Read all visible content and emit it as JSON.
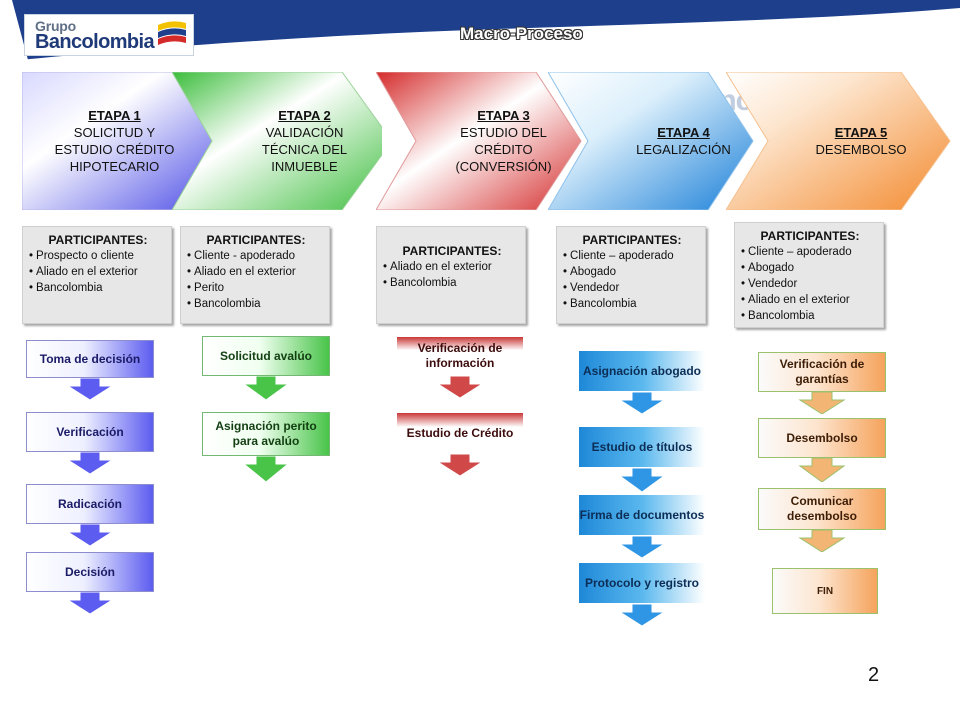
{
  "header": {
    "logo_line1": "Grupo",
    "logo_line2": "Bancolombia",
    "title": "Macro-Proceso",
    "watermark": "Bancolo"
  },
  "stages": [
    {
      "num": "ETAPA 1",
      "lines": [
        "SOLICITUD Y",
        "ESTUDIO CRÉDITO",
        "HIPOTECARIO"
      ],
      "color": "#4a4ae6"
    },
    {
      "num": "ETAPA 2",
      "lines": [
        "VALIDACIÓN",
        "TÉCNICA DEL",
        "INMUEBLE"
      ],
      "color": "#3bbd3b"
    },
    {
      "num": "ETAPA 3",
      "lines": [
        "ESTUDIO DEL",
        "CRÉDITO",
        "(CONVERSIÓN)"
      ],
      "color": "#d42a2a"
    },
    {
      "num": "ETAPA 4",
      "lines": [
        "LEGALIZACIÓN"
      ],
      "color": "#1a7fd8"
    },
    {
      "num": "ETAPA 5",
      "lines": [
        "DESEMBOLSO"
      ],
      "color": "#f38a2e"
    }
  ],
  "participants": [
    {
      "title": "PARTICIPANTES:",
      "items": [
        "Prospecto o cliente",
        "Aliado en el exterior",
        "Bancolombia"
      ]
    },
    {
      "title": "PARTICIPANTES:",
      "items": [
        "Cliente - apoderado",
        "Aliado en el exterior",
        "Perito",
        "Bancolombia"
      ]
    },
    {
      "title": "PARTICIPANTES:",
      "items": [
        "Aliado en el exterior",
        "Bancolombia"
      ]
    },
    {
      "title": "PARTICIPANTES:",
      "items": [
        "Cliente – apoderado",
        "Abogado",
        "Vendedor",
        "Bancolombia"
      ]
    },
    {
      "title": "PARTICIPANTES:",
      "items": [
        "Cliente – apoderado",
        "Abogado",
        "Vendedor",
        "Aliado en el exterior",
        "Bancolombia"
      ]
    }
  ],
  "steps": {
    "stage1": [
      "Toma de decisión",
      "Verificación",
      "Radicación",
      "Decisión"
    ],
    "stage2": [
      "Solicitud avalúo",
      "Asignación perito para avalúo"
    ],
    "stage3": [
      "Verificación de información",
      "Estudio de Crédito"
    ],
    "stage4": [
      "Asignación abogado",
      "Estudio de títulos",
      "Firma de documentos",
      "Protocolo y registro"
    ],
    "stage5": [
      "Verificación de garantías",
      "Desembolso",
      "Comunicar desembolso",
      "FIN"
    ]
  },
  "colors": {
    "header_blue": "#1d3f8c",
    "stage1": "#4a4ae6",
    "stage2": "#3bbd3b",
    "stage3": "#d42a2a",
    "stage4": "#1a7fd8",
    "stage5": "#f38a2e"
  },
  "page_number": "2"
}
